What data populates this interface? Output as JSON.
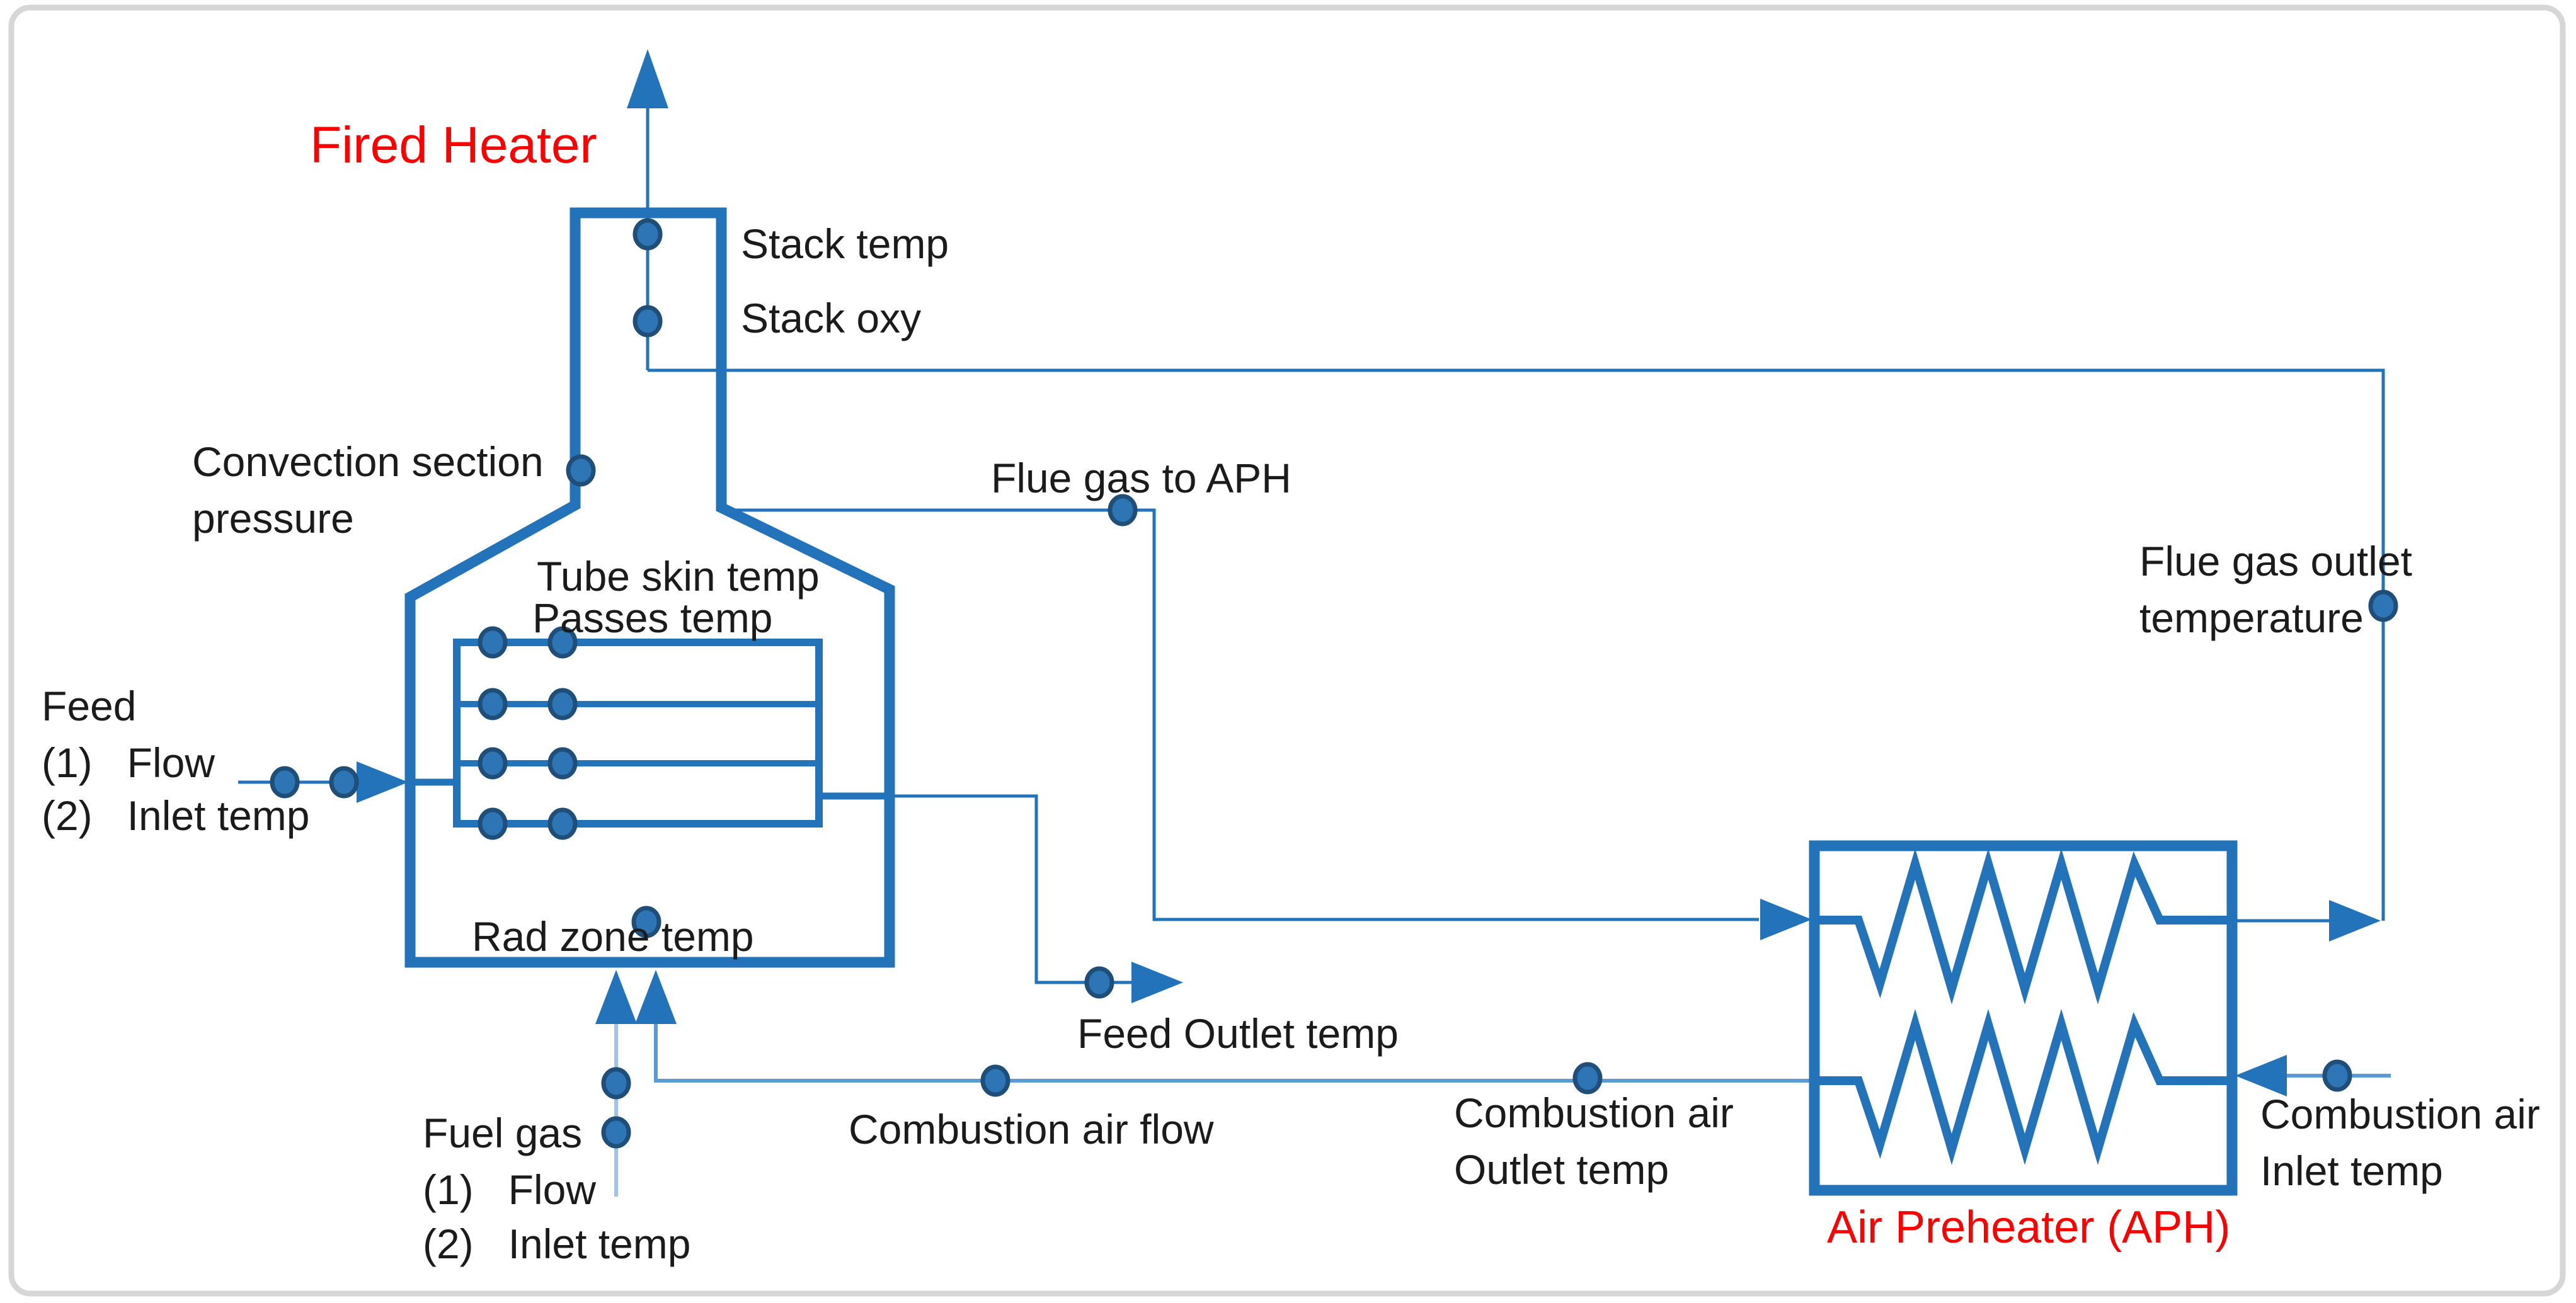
{
  "titles": {
    "fired_heater": "Fired Heater",
    "air_preheater": "Air Preheater (APH)"
  },
  "labels": {
    "stack_temp": "Stack temp",
    "stack_oxy": "Stack oxy",
    "convection_pressure": "Convection section\npressure",
    "flue_gas_to_aph": "Flue gas to APH",
    "tube_skin_temp": "Tube skin temp",
    "passes_temp": "Passes temp",
    "feed_title": "Feed",
    "feed_item1": "(1)   Flow",
    "feed_item2": "(2)   Inlet temp",
    "rad_zone_temp": "Rad zone temp",
    "feed_outlet_temp": "Feed Outlet temp",
    "fuel_gas_title": "Fuel gas",
    "fuel_gas_item1": "(1)   Flow",
    "fuel_gas_item2": "(2)   Inlet temp",
    "combustion_air_flow": "Combustion air flow",
    "combustion_air_outlet": "Combustion air\nOutlet temp",
    "combustion_air_inlet": "Combustion air\nInlet temp",
    "flue_gas_outlet_temperature": "Flue gas outlet\ntemperature"
  },
  "colors": {
    "line_blue": "#2273B9",
    "mid_blue": "#5B9BD5",
    "light_blue": "#9DC3E6",
    "dot_fill": "#2E75B6",
    "dot_stroke": "#1F4E79",
    "title_red": "#FF0000",
    "text": "#1B1B1B",
    "border_gray": "#D6D6D6",
    "background": "#FFFFFF"
  },
  "icons": {
    "sensor_dot": "filled-ellipse measurement point",
    "flow_arrow": "solid triangle flow arrowhead",
    "heat_exchanger_coil": "zigzag coil symbol"
  }
}
